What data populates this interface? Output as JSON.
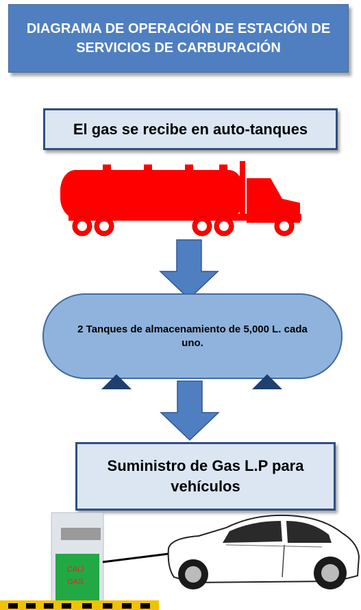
{
  "title": "DIAGRAMA DE OPERACIÓN DE ESTACIÓN DE SERVICIOS DE CARBURACIÓN",
  "steps": {
    "receive": "El gas se recibe en auto-tanques",
    "storage": "2 Tanques de almacenamiento de 5,000 L. cada uno.",
    "supply": "Suministro de Gas L.P para vehículos"
  },
  "pump": {
    "line1": "CALI",
    "line2": "GAS"
  },
  "icons": [
    "tanker-truck-icon",
    "down-arrow-icon",
    "car-icon",
    "gas-pump-icon"
  ],
  "colors": {
    "title_fill": "#4f7fc0",
    "box_fill": "#dce6f2",
    "box_border": "#2f4f80",
    "arrow_fill": "#4f7fc0",
    "tank_fill": "#8fb3dc",
    "truck": "#ff0000",
    "pump_green": "#22a845",
    "barrier_yellow": "#f2c200"
  }
}
